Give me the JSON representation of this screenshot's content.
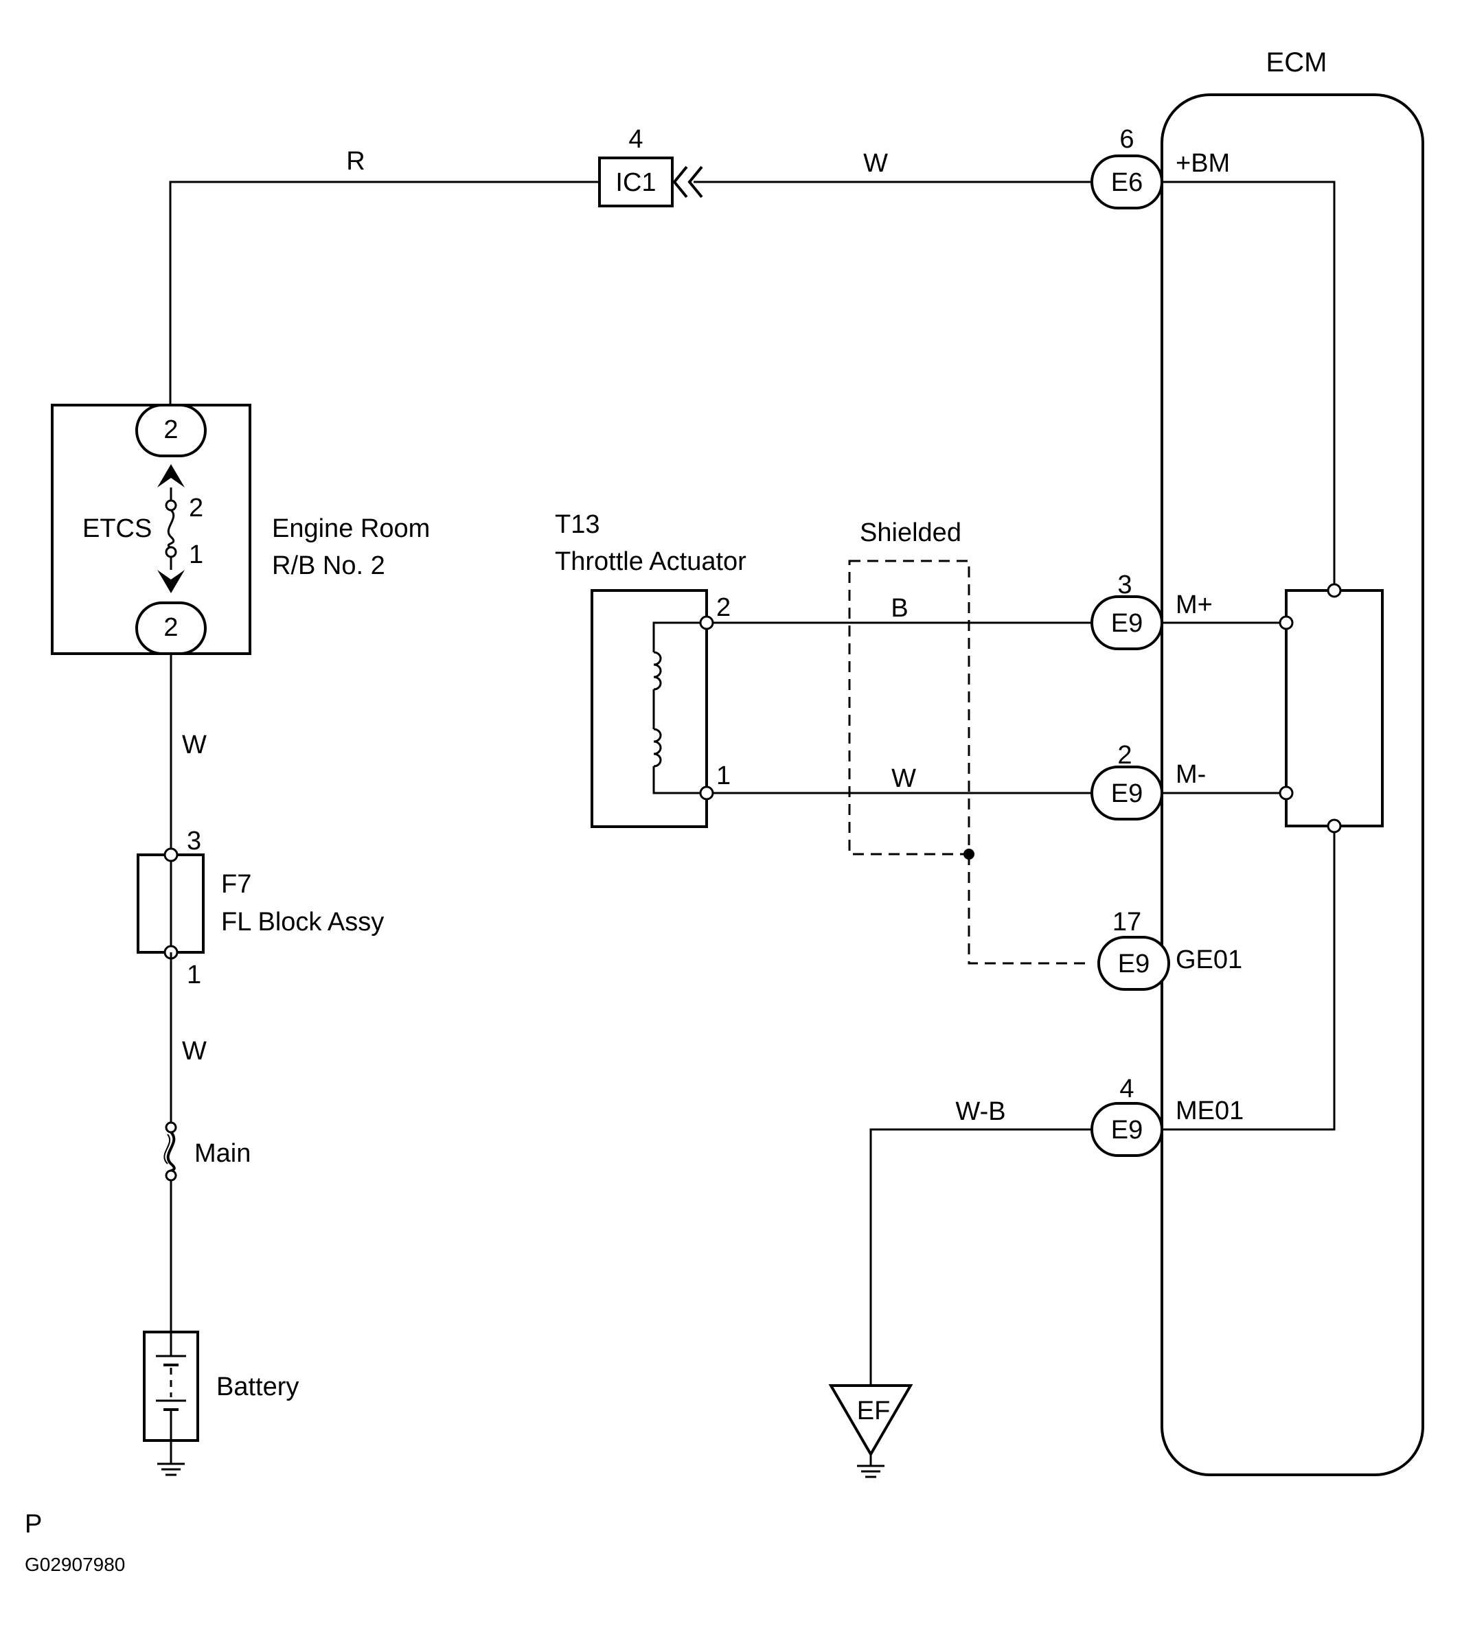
{
  "ecm": {
    "title": "ECM",
    "pins": {
      "bm": "+BM",
      "mplus": "M+",
      "mminus": "M-",
      "ge01": "GE01",
      "me01": "ME01"
    }
  },
  "connectors": {
    "ic1": {
      "label": "IC1",
      "pin": "4"
    },
    "e6": {
      "label": "E6",
      "pin": "6"
    },
    "e9_m_plus": {
      "label": "E9",
      "pin": "3"
    },
    "e9_m_minus": {
      "label": "E9",
      "pin": "2"
    },
    "e9_ge01": {
      "label": "E9",
      "pin": "17"
    },
    "e9_me01": {
      "label": "E9",
      "pin": "4"
    }
  },
  "wires": {
    "r": "R",
    "w_top": "W",
    "b": "B",
    "w_mid": "W",
    "w_left1": "W",
    "w_left2": "W",
    "wb": "W-B"
  },
  "relay_block": {
    "line1": "Engine Room",
    "line2": "R/B No. 2",
    "fuse": "ETCS",
    "conn_top": "2",
    "conn_bottom": "2",
    "fuse_pin_top": "2",
    "fuse_pin_bottom": "1"
  },
  "throttle": {
    "code": "T13",
    "name": "Throttle Actuator",
    "pin2": "2",
    "pin1": "1"
  },
  "shield": {
    "label": "Shielded"
  },
  "fl_block": {
    "code": "F7",
    "name": "FL Block Assy",
    "pin_top": "3",
    "pin_bottom": "1"
  },
  "main_fuse": {
    "label": "Main"
  },
  "battery": {
    "label": "Battery"
  },
  "ground": {
    "label": "EF"
  },
  "footer": {
    "mark": "P",
    "code": "G02907980"
  }
}
